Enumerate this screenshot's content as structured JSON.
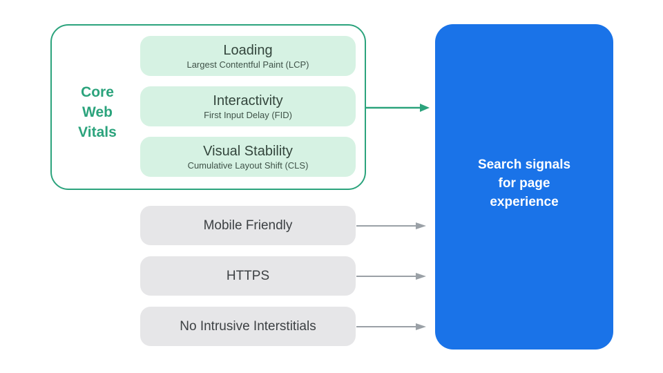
{
  "diagram_title": "Search signals for page experience (Core Web Vitals diagram)",
  "colors": {
    "green_accent": "#2BA37C",
    "green_light_fill": "#D6F2E3",
    "gray_fill": "#E6E6E8",
    "blue_panel": "#1A73E8",
    "dark_text": "#3C4043",
    "arrow_gray": "#9AA0A6",
    "white_text": "#FFFFFF"
  },
  "core_web_vitals": {
    "label_lines": [
      "Core",
      "Web",
      "Vitals"
    ],
    "items": [
      {
        "title": "Loading",
        "subtitle": "Largest Contentful Paint (LCP)"
      },
      {
        "title": "Interactivity",
        "subtitle": "First Input Delay (FID)"
      },
      {
        "title": "Visual Stability",
        "subtitle": "Cumulative Layout Shift (CLS)"
      }
    ]
  },
  "other_signals": [
    {
      "label": "Mobile Friendly"
    },
    {
      "label": "HTTPS"
    },
    {
      "label": "No Intrusive Interstitials"
    }
  ],
  "result": {
    "label_lines": [
      "Search signals",
      "for page",
      "experience"
    ]
  }
}
